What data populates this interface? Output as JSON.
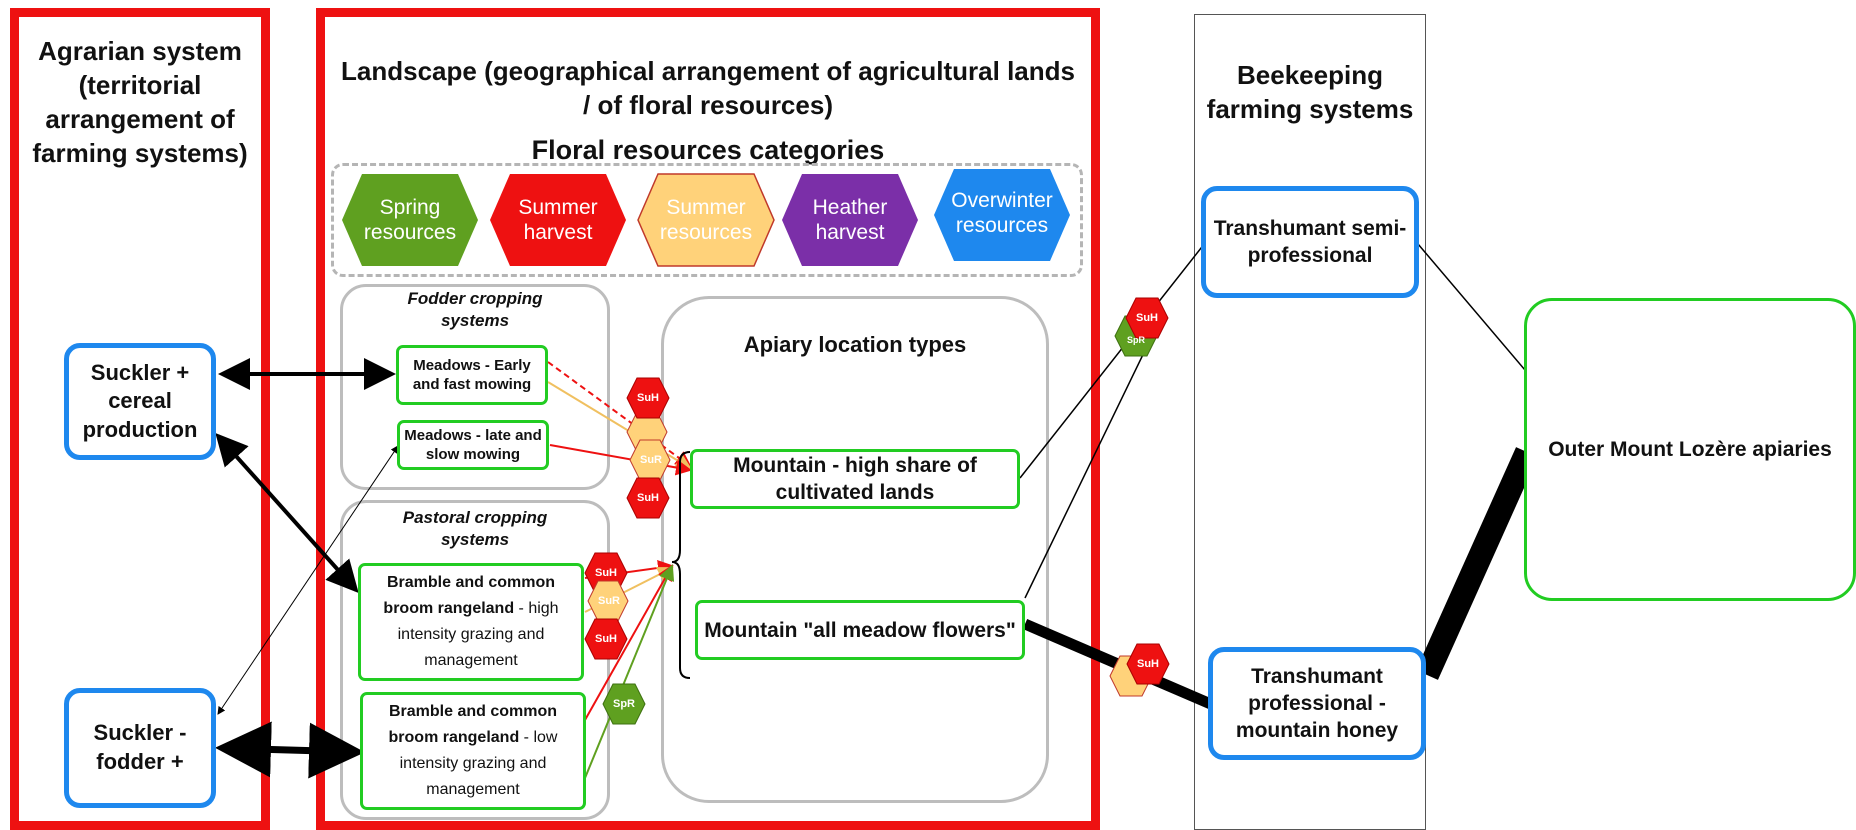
{
  "columns": {
    "agrarian_title": "Agrarian system (territorial arrangement of farming systems)",
    "landscape_title": "Landscape (geographical arrangement of agricultural lands / of floral resources)",
    "beekeeping_title": "Beekeeping farming systems"
  },
  "floral": {
    "title": "Floral resources categories",
    "items": [
      {
        "label": "Spring resources",
        "color": "#5fa020"
      },
      {
        "label": "Summer harvest",
        "color": "#ee1111"
      },
      {
        "label": "Summer resources",
        "color": "#ffd27a"
      },
      {
        "label": "Heather harvest",
        "color": "#7b2fa8"
      },
      {
        "label": "Overwinter resources",
        "color": "#1e88ee"
      }
    ]
  },
  "agrarian": {
    "suckler_cereal": "Suckler + cereal production",
    "suckler_fodder": "Suckler - fodder +"
  },
  "fodder": {
    "title": "Fodder cropping systems",
    "early": "Meadows - Early and fast mowing",
    "late": "Meadows - late and slow mowing"
  },
  "pastoral": {
    "title": "Pastoral cropping systems",
    "high_bold": "Bramble and common broom rangeland",
    "high_rest": " - high intensity grazing and management",
    "low_bold": "Bramble and common broom rangeland",
    "low_rest": " - low intensity grazing and management"
  },
  "apiary": {
    "title": "Apiary location types",
    "high_share": "Mountain - high share of cultivated lands",
    "all_meadow": "Mountain \"all meadow flowers\""
  },
  "beekeeping": {
    "semi_professional": "Transhumant semi-professional",
    "professional": "Transhumant professional - mountain honey"
  },
  "outer": "Outer Mount Lozère apiaries",
  "small_tags": {
    "suh": "SuH",
    "sur": "SuR",
    "spr": "SpR"
  },
  "colors": {
    "frame_red": "#ee1111",
    "box_green": "#22cc22",
    "box_blue": "#1e88ee",
    "group_grey": "#bdbdbd"
  }
}
